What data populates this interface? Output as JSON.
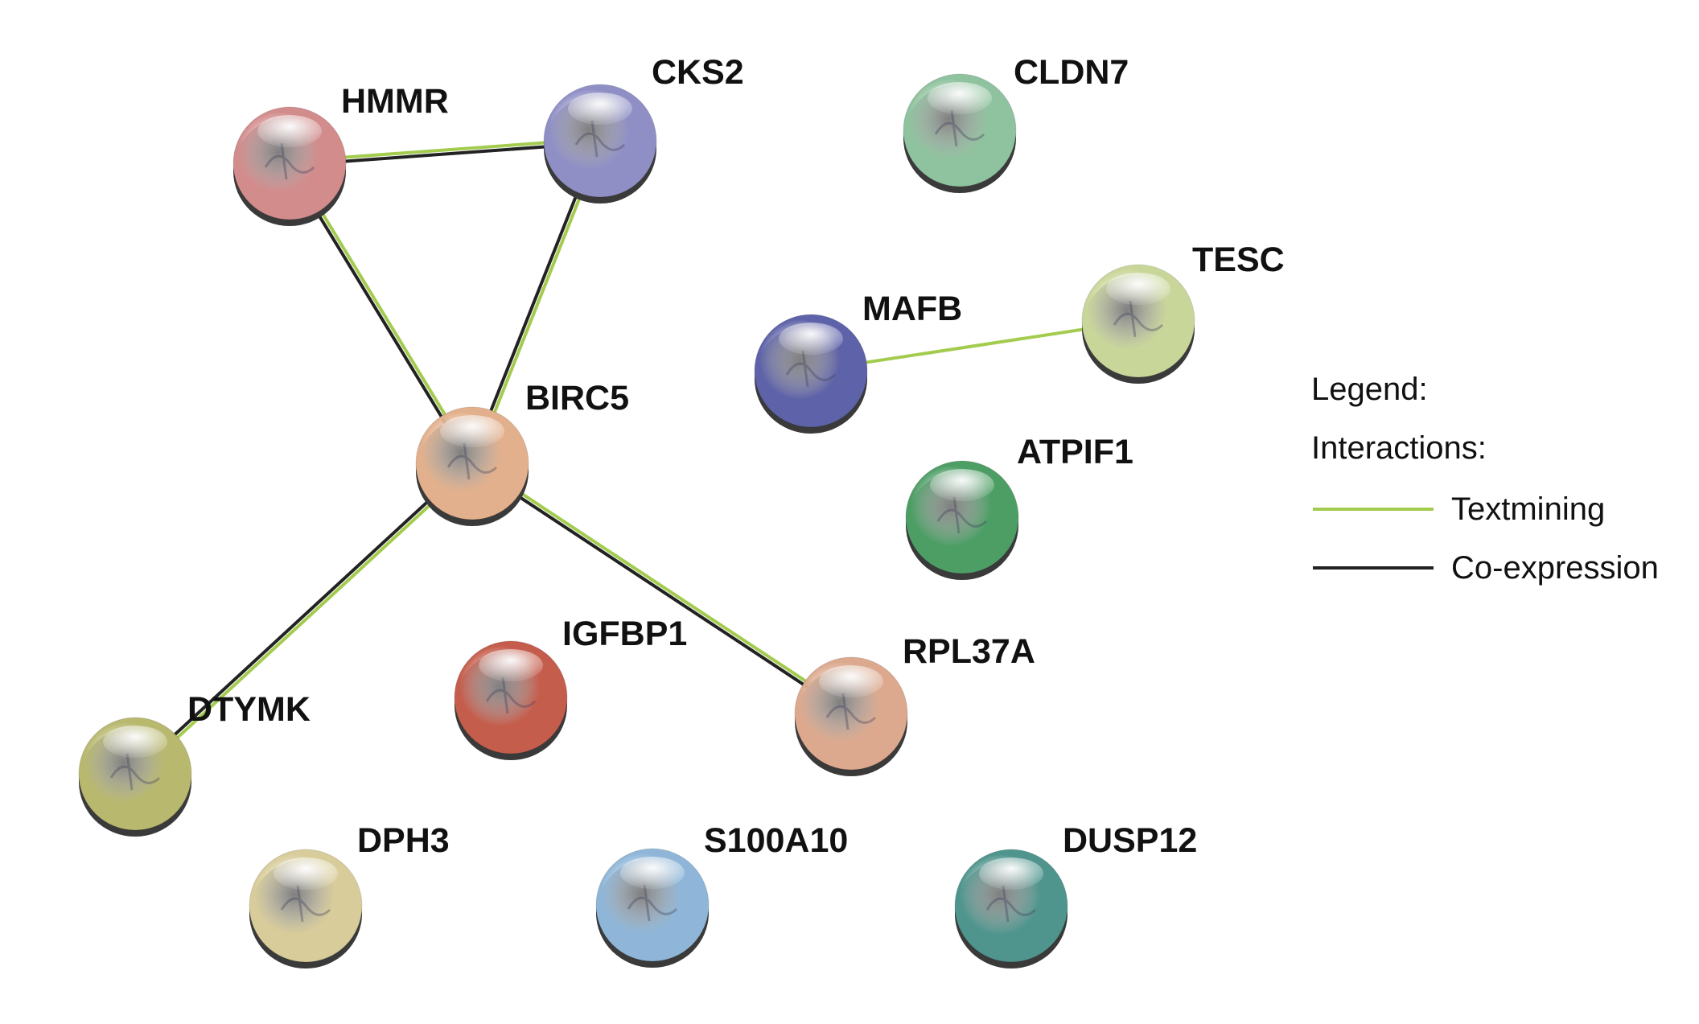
{
  "network": {
    "nodes": [
      {
        "id": "HMMR",
        "label": "HMMR",
        "color": "#d28c8c"
      },
      {
        "id": "CKS2",
        "label": "CKS2",
        "color": "#8f8fc6"
      },
      {
        "id": "CLDN7",
        "label": "CLDN7",
        "color": "#8fc29e"
      },
      {
        "id": "TESC",
        "label": "TESC",
        "color": "#c9d69a"
      },
      {
        "id": "MAFB",
        "label": "MAFB",
        "color": "#5e62a8"
      },
      {
        "id": "BIRC5",
        "label": "BIRC5",
        "color": "#e2b08c"
      },
      {
        "id": "ATPIF1",
        "label": "ATPIF1",
        "color": "#4d9e65"
      },
      {
        "id": "IGFBP1",
        "label": "IGFBP1",
        "color": "#c55d4c"
      },
      {
        "id": "RPL37A",
        "label": "RPL37A",
        "color": "#dca98e"
      },
      {
        "id": "DTYMK",
        "label": "DTYMK",
        "color": "#b8b86f"
      },
      {
        "id": "DPH3",
        "label": "DPH3",
        "color": "#d8cc9a"
      },
      {
        "id": "S100A10",
        "label": "S100A10",
        "color": "#8fb6d8"
      },
      {
        "id": "DUSP12",
        "label": "DUSP12",
        "color": "#4f958d"
      }
    ],
    "edges": [
      {
        "source": "HMMR",
        "target": "CKS2",
        "types": [
          "Textmining",
          "Co-expression"
        ]
      },
      {
        "source": "HMMR",
        "target": "BIRC5",
        "types": [
          "Textmining",
          "Co-expression"
        ]
      },
      {
        "source": "CKS2",
        "target": "BIRC5",
        "types": [
          "Textmining",
          "Co-expression"
        ]
      },
      {
        "source": "BIRC5",
        "target": "DTYMK",
        "types": [
          "Textmining",
          "Co-expression"
        ]
      },
      {
        "source": "BIRC5",
        "target": "RPL37A",
        "types": [
          "Textmining",
          "Co-expression"
        ]
      },
      {
        "source": "MAFB",
        "target": "TESC",
        "types": [
          "Textmining"
        ]
      }
    ]
  },
  "legend": {
    "title": "Legend:",
    "subtitle": "Interactions:",
    "items": [
      {
        "label": "Textmining",
        "color": "#a3cc4f"
      },
      {
        "label": "Co-expression",
        "color": "#222222"
      }
    ]
  }
}
